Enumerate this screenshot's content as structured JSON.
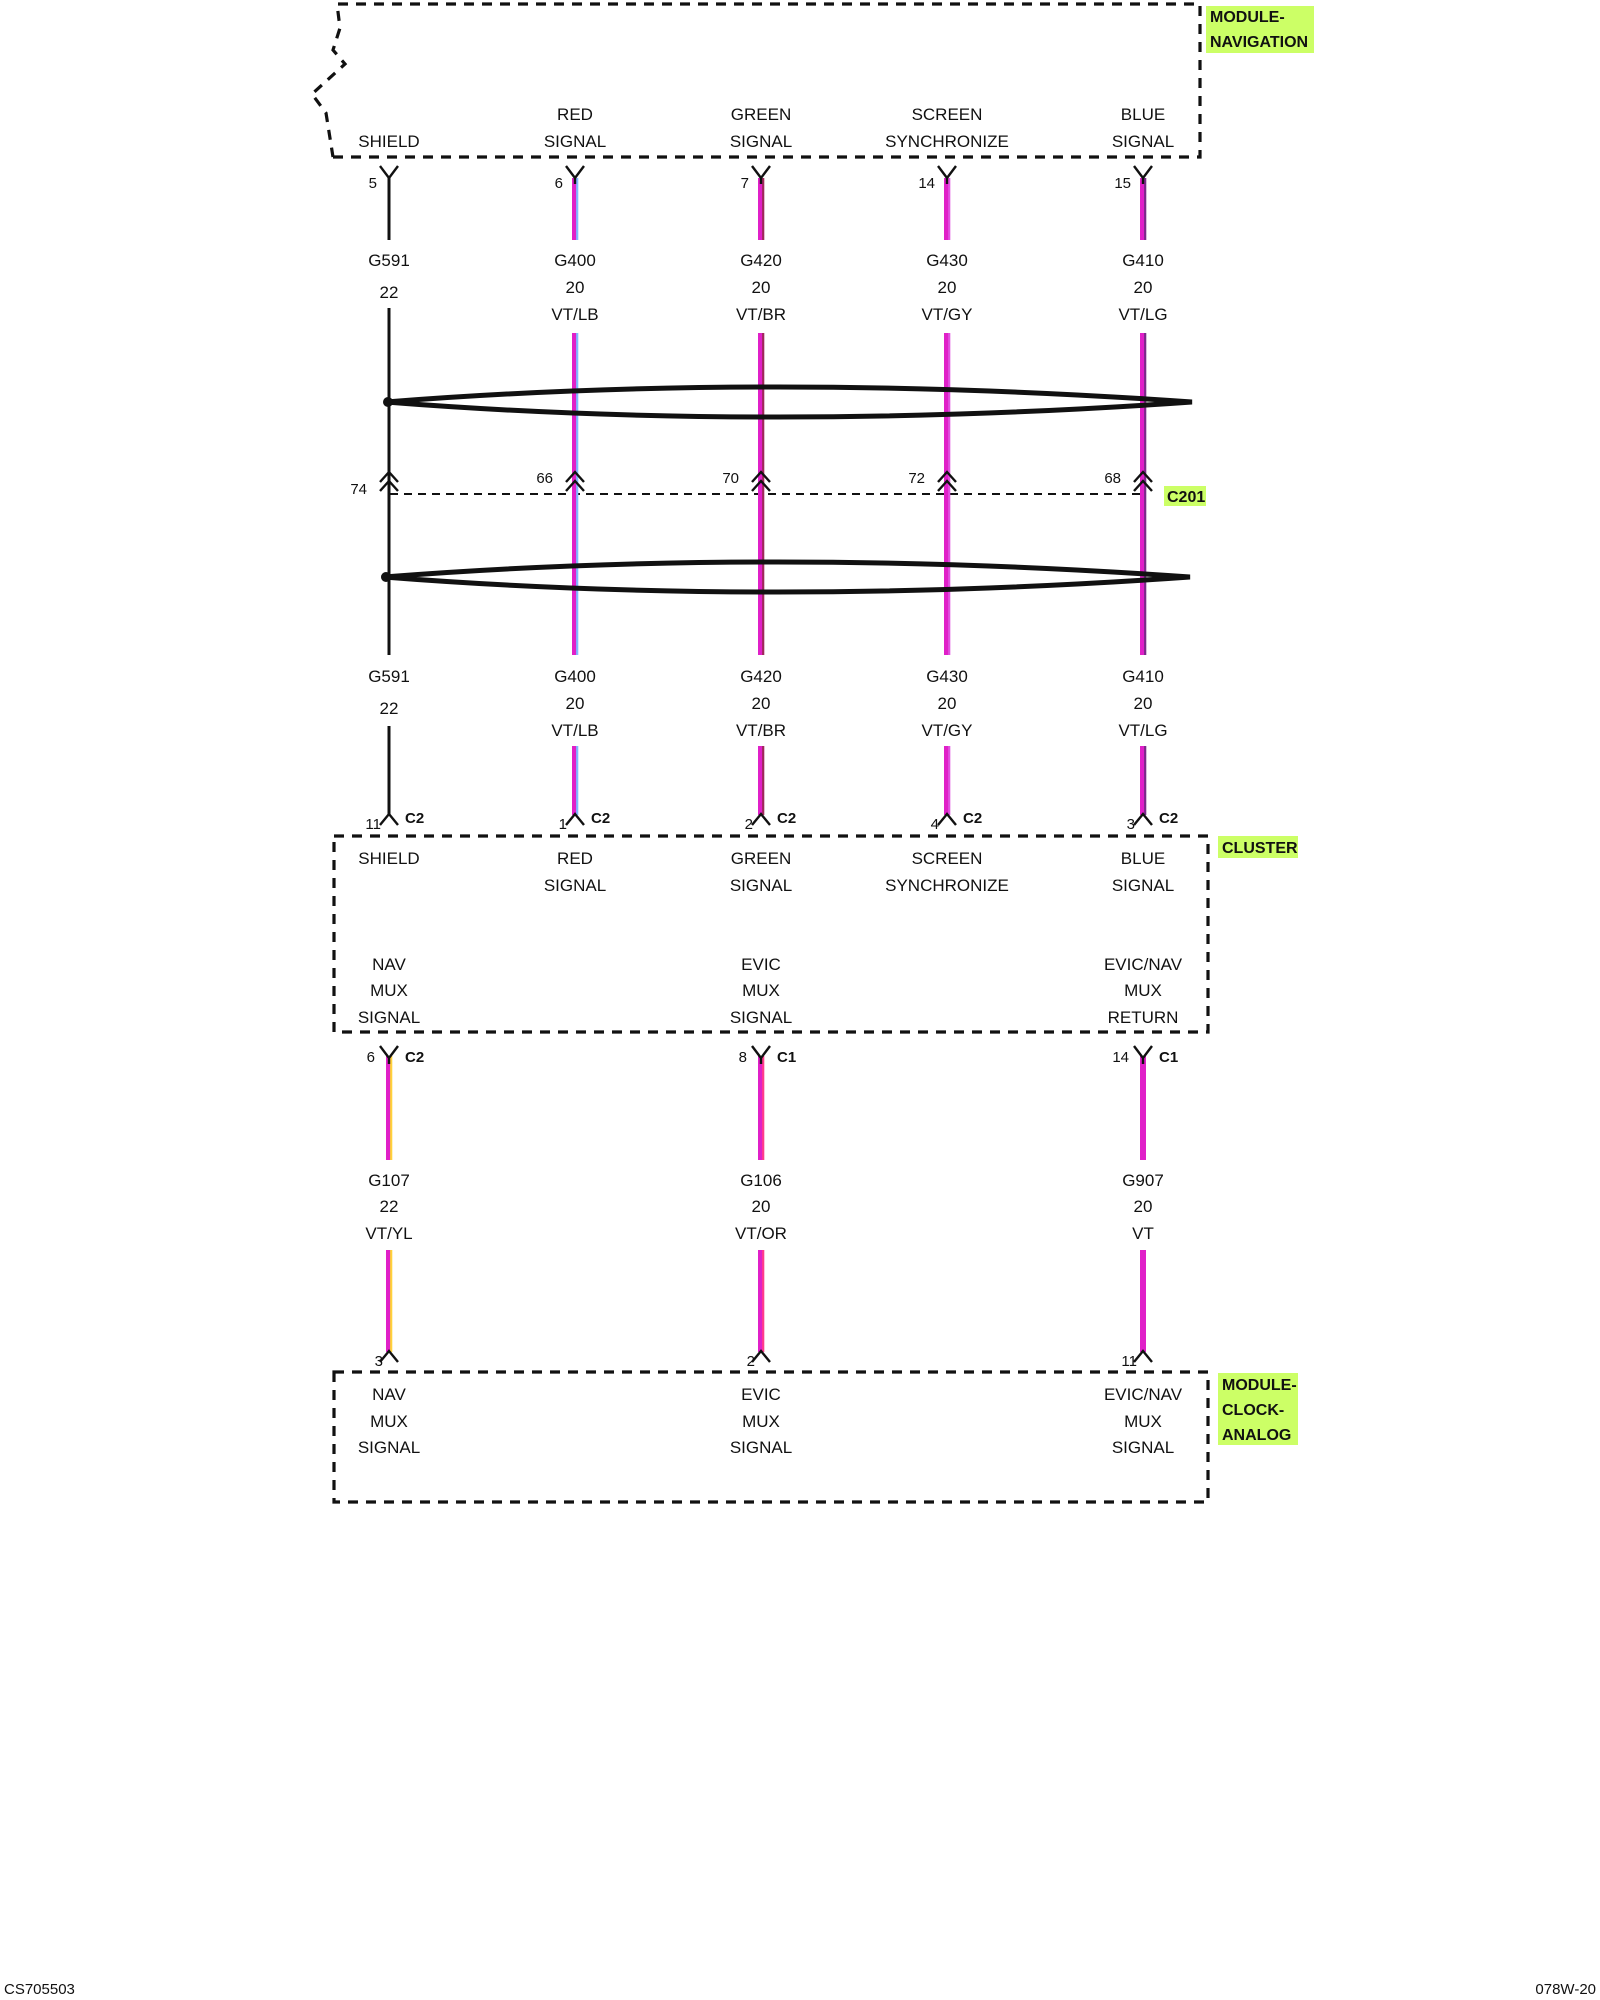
{
  "colors": {
    "black": "#111111",
    "violet": "#e020c8",
    "light_blue": "#7fb8ff",
    "brown": "#a0285a",
    "gray": "#e050e0",
    "light_green": "#7a2a8a",
    "yellow": "#ffd23a",
    "orange": "#ff3c8c",
    "label_highlight": "#ccff66"
  },
  "modules": {
    "navigation": {
      "name": [
        "MODULE-",
        "NAVIGATION"
      ]
    },
    "cluster": {
      "name": [
        "CLUSTER"
      ]
    },
    "clock": {
      "name": [
        "MODULE-",
        "CLOCK-",
        "ANALOG"
      ]
    }
  },
  "inline_connector": "C201",
  "columns_top": [
    {
      "key": "shield",
      "function": [
        "",
        "SHIELD"
      ],
      "nav_pin": "5",
      "c201_pin": "74",
      "circuit": "G591",
      "gauge": "22",
      "color": "",
      "cluster_pin": "11",
      "cluster_conn": "C2",
      "cluster_function": [
        "SHIELD",
        ""
      ],
      "stripe": "black",
      "stripe2": ""
    },
    {
      "key": "red",
      "function": [
        "RED",
        "SIGNAL"
      ],
      "nav_pin": "6",
      "c201_pin": "66",
      "circuit": "G400",
      "gauge": "20",
      "color": "VT/LB",
      "cluster_pin": "1",
      "cluster_conn": "C2",
      "cluster_function": [
        "RED",
        "SIGNAL"
      ],
      "stripe": "violet",
      "stripe2": "light_blue"
    },
    {
      "key": "green",
      "function": [
        "GREEN",
        "SIGNAL"
      ],
      "nav_pin": "7",
      "c201_pin": "70",
      "circuit": "G420",
      "gauge": "20",
      "color": "VT/BR",
      "cluster_pin": "2",
      "cluster_conn": "C2",
      "cluster_function": [
        "GREEN",
        "SIGNAL"
      ],
      "stripe": "violet",
      "stripe2": "brown"
    },
    {
      "key": "sync",
      "function": [
        "SCREEN",
        "SYNCHRONIZE"
      ],
      "nav_pin": "14",
      "c201_pin": "72",
      "circuit": "G430",
      "gauge": "20",
      "color": "VT/GY",
      "cluster_pin": "4",
      "cluster_conn": "C2",
      "cluster_function": [
        "SCREEN",
        "SYNCHRONIZE"
      ],
      "stripe": "violet",
      "stripe2": "gray"
    },
    {
      "key": "blue",
      "function": [
        "BLUE",
        "SIGNAL"
      ],
      "nav_pin": "15",
      "c201_pin": "68",
      "circuit": "G410",
      "gauge": "20",
      "color": "VT/LG",
      "cluster_pin": "3",
      "cluster_conn": "C2",
      "cluster_function": [
        "BLUE",
        "SIGNAL"
      ],
      "stripe": "violet",
      "stripe2": "light_green"
    }
  ],
  "columns_bottom": [
    {
      "key": "nav_mux",
      "cluster_function": [
        "NAV",
        "MUX",
        "SIGNAL"
      ],
      "cluster_pin": "6",
      "cluster_conn": "C2",
      "circuit": "G107",
      "gauge": "22",
      "color": "VT/YL",
      "clock_pin": "3",
      "clock_function": [
        "NAV",
        "MUX",
        "SIGNAL"
      ],
      "stripe": "violet",
      "stripe2": "yellow"
    },
    {
      "key": "evic_mux",
      "cluster_function": [
        "EVIC",
        "MUX",
        "SIGNAL"
      ],
      "cluster_pin": "8",
      "cluster_conn": "C1",
      "circuit": "G106",
      "gauge": "20",
      "color": "VT/OR",
      "clock_pin": "2",
      "clock_function": [
        "EVIC",
        "MUX",
        "SIGNAL"
      ],
      "stripe": "violet",
      "stripe2": "orange"
    },
    {
      "key": "evic_nav",
      "cluster_function": [
        "EVIC/NAV",
        "MUX",
        "RETURN"
      ],
      "cluster_pin": "14",
      "cluster_conn": "C1",
      "circuit": "G907",
      "gauge": "20",
      "color": "VT",
      "clock_pin": "11",
      "clock_function": [
        "EVIC/NAV",
        "MUX",
        "SIGNAL"
      ],
      "stripe": "violet",
      "stripe2": ""
    }
  ],
  "footer": {
    "left": "CS705503",
    "right": "078W-20"
  }
}
